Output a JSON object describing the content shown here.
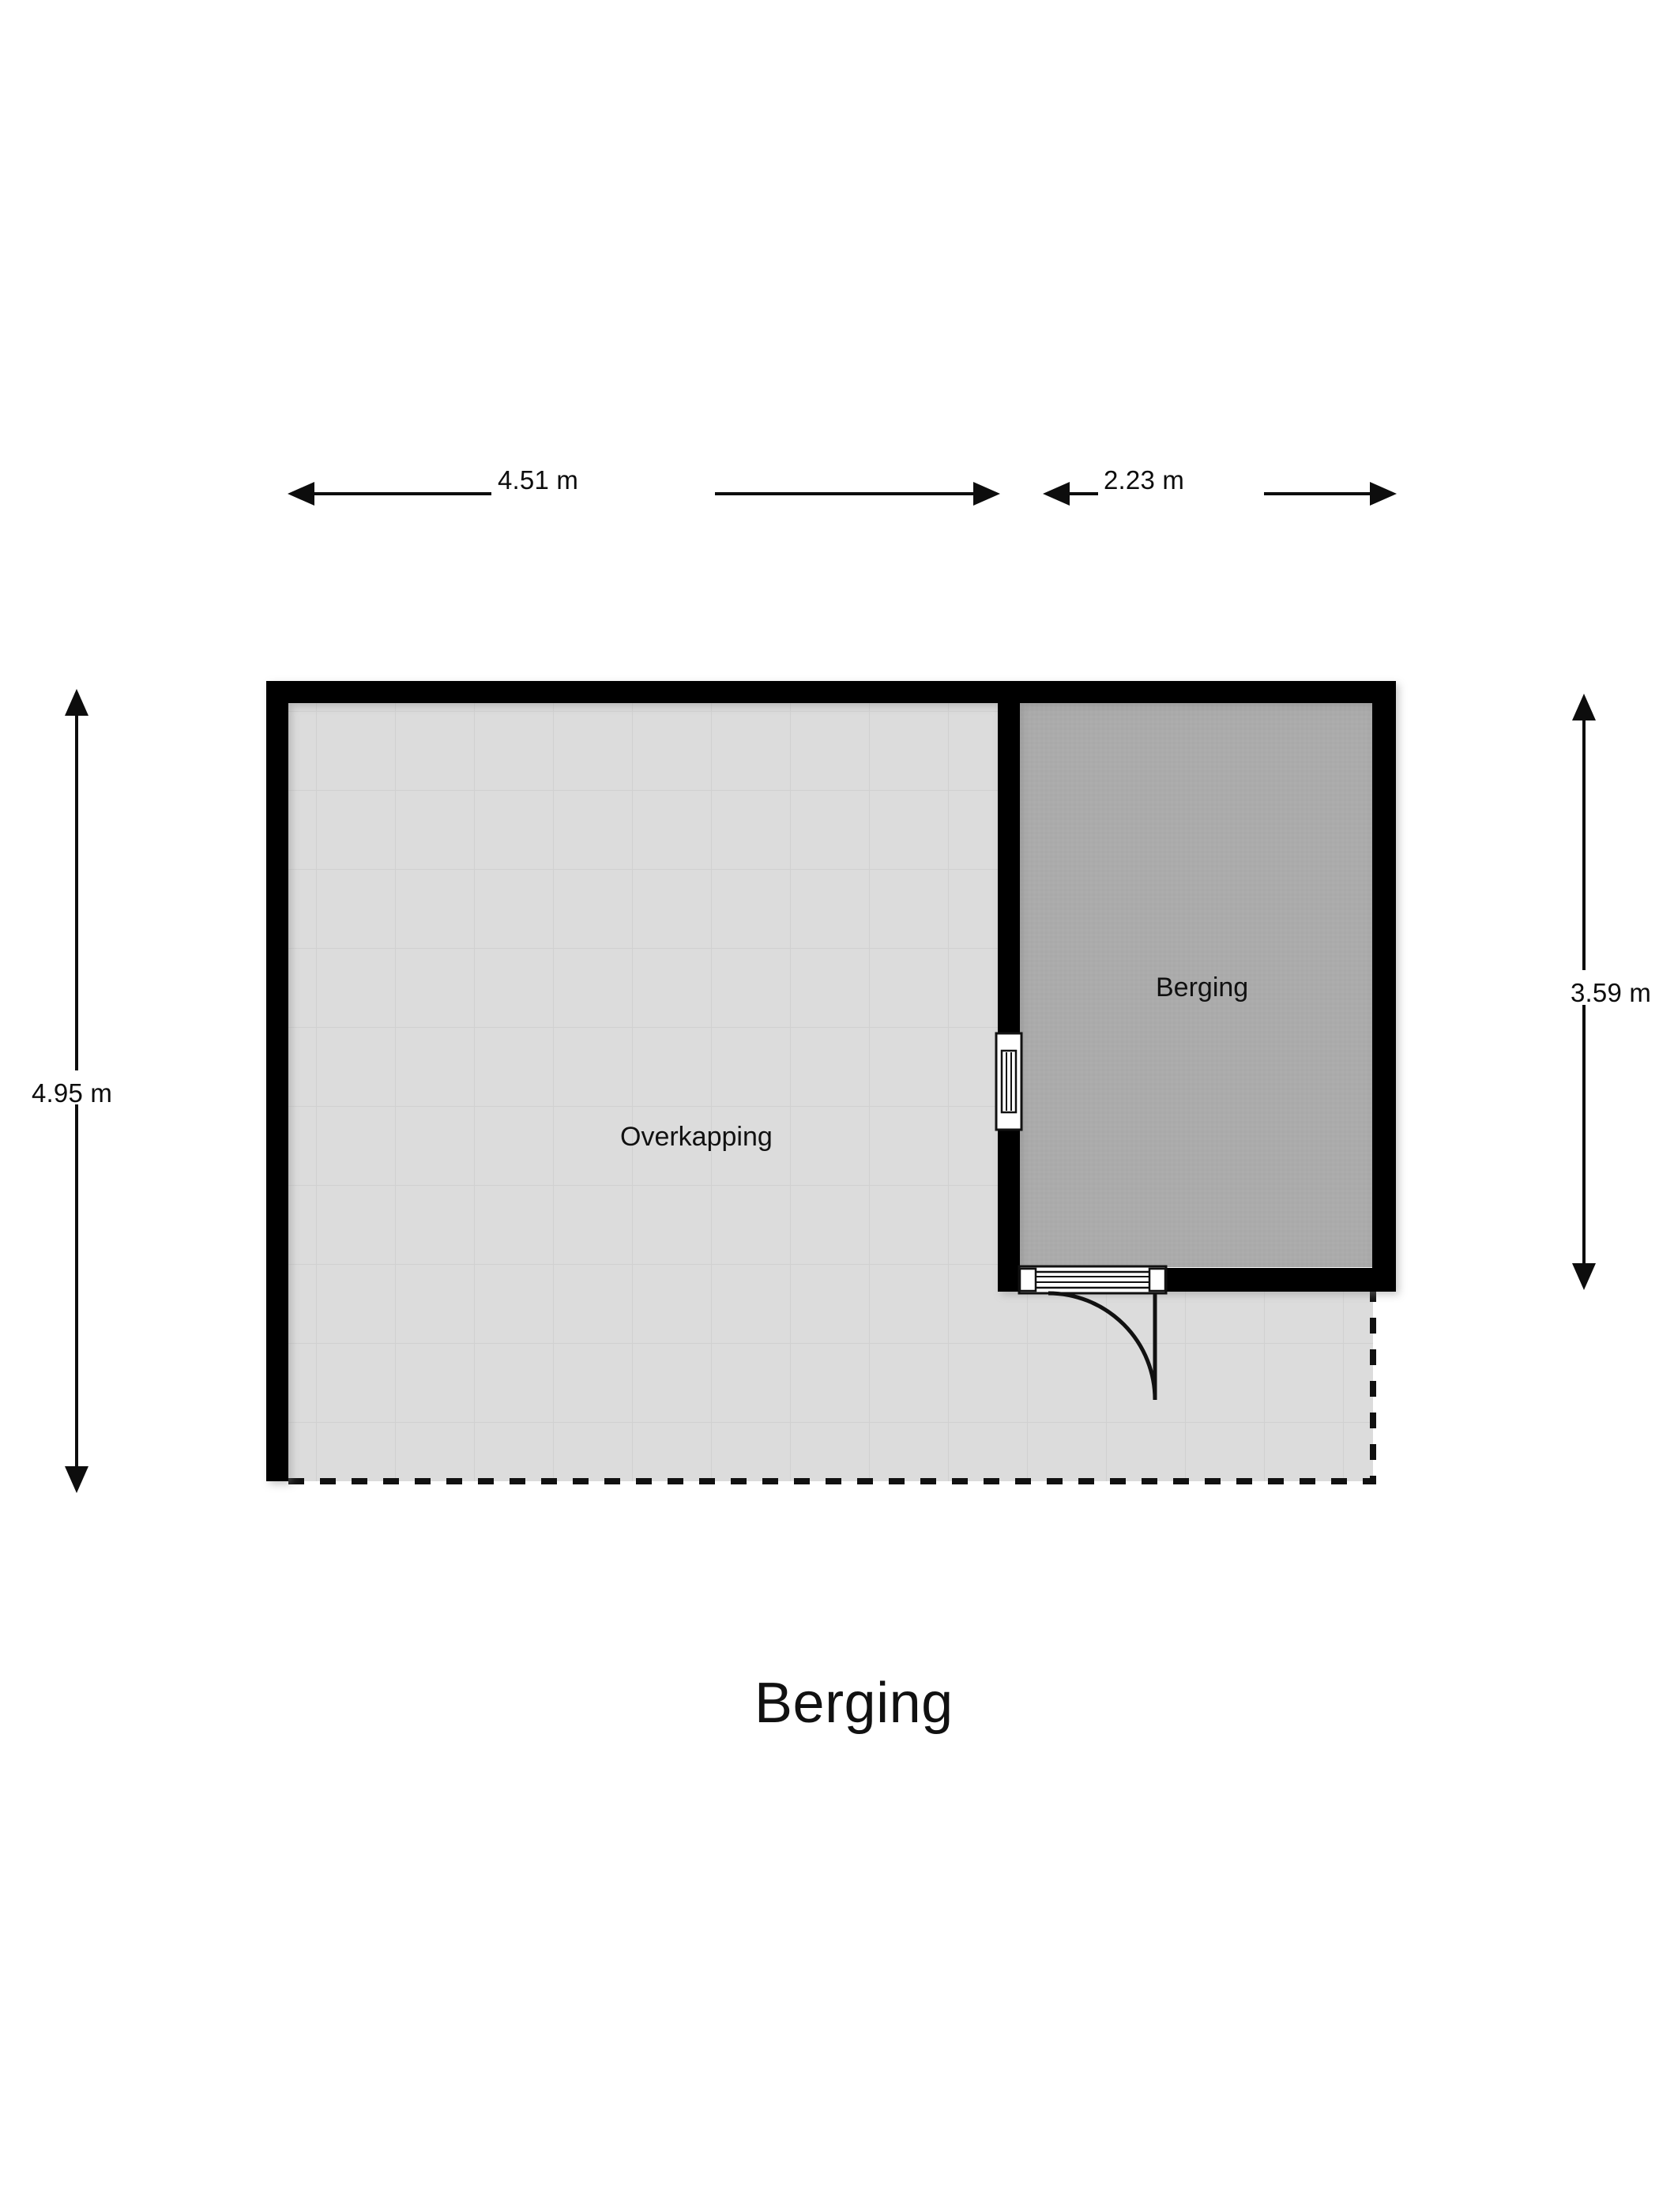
{
  "title": "Berging",
  "plan_type": "floor-plan",
  "units": "m",
  "dimensions": {
    "top_left": "4.51 m",
    "top_right": "2.23 m",
    "left": "4.95 m",
    "right": "3.59 m"
  },
  "rooms": [
    {
      "id": "overkapping",
      "label": "Overkapping",
      "fill": "#dcdcdc",
      "type": "covered-terrace"
    },
    {
      "id": "berging",
      "label": "Berging",
      "fill": "#ababab",
      "type": "storage"
    }
  ],
  "openings": [
    {
      "id": "interior-window",
      "type": "window",
      "wall": "interior-vertical",
      "orientation": "vertical"
    },
    {
      "id": "entry-door",
      "type": "door",
      "wall": "berging-bottom",
      "orientation": "horizontal",
      "swing": "left-inward"
    }
  ],
  "colors": {
    "wall": "#000000",
    "overkapping_floor": "#dcdcdc",
    "overkapping_tile_line": "#d0d0d0",
    "berging_floor": "#ababab",
    "outline_dashed": "#111111",
    "background": "#ffffff",
    "text": "#111111"
  },
  "chart_data": {
    "type": "table",
    "title": "Berging",
    "categories": [
      "Overkapping",
      "Berging"
    ],
    "series": [
      {
        "name": "width_m",
        "values": [
          4.51,
          2.23
        ]
      },
      {
        "name": "depth_m",
        "values": [
          4.95,
          3.59
        ]
      }
    ],
    "xlabel": "",
    "ylabel": "meters"
  }
}
